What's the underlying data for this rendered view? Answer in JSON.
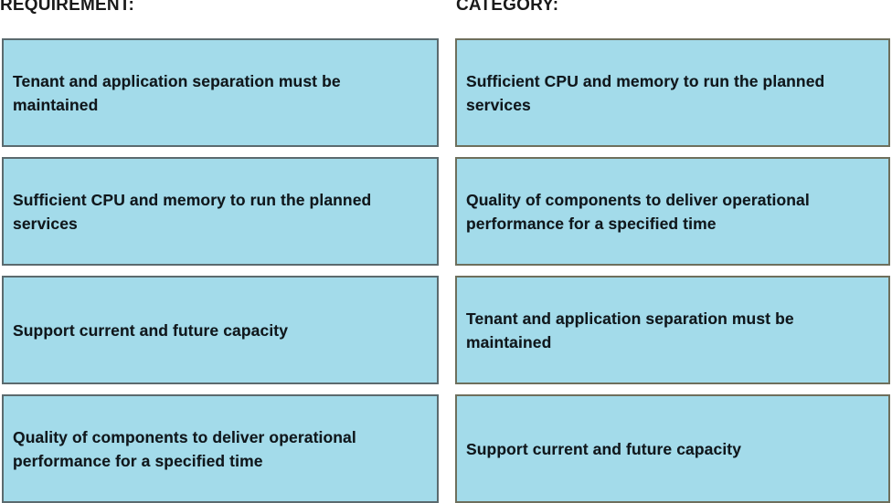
{
  "headers": {
    "left": "REQUIREMENT:",
    "right": "CATEGORY:"
  },
  "colors": {
    "card_fill": "#a3dbea",
    "card_border_left": "#5b6a6e",
    "card_border_right": "#6e6f5c",
    "text": "#10171c",
    "background": "#ffffff"
  },
  "left_column": {
    "label": "REQUIREMENT:",
    "items": [
      {
        "text": "Tenant and application separation must be maintained"
      },
      {
        "text": "Sufficient CPU and memory to run the planned services"
      },
      {
        "text": "Support current and future capacity"
      },
      {
        "text": "Quality of components to deliver operational performance for a specified time"
      }
    ]
  },
  "right_column": {
    "label": "CATEGORY:",
    "items": [
      {
        "text": "Sufficient CPU and memory to run the planned services"
      },
      {
        "text": "Quality of components to deliver operational performance for a specified time"
      },
      {
        "text": "Tenant and application separation must be maintained"
      },
      {
        "text": "Support current and future capacity"
      }
    ]
  }
}
